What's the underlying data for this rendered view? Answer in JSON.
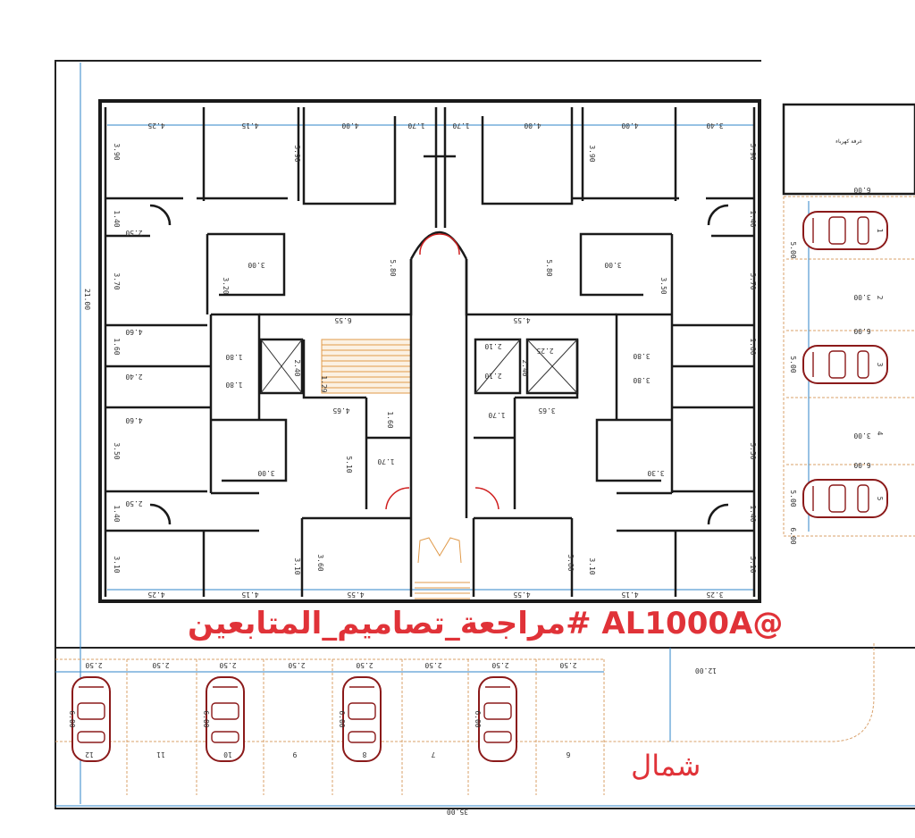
{
  "overlay": {
    "hashtag": "@AL1000A #مراجعة_تصاميم_المتابعين",
    "north_label": "شمال"
  },
  "dimensions": {
    "overall_width": "35.00",
    "overall_height": "21.00",
    "setback": "12.00",
    "top_row": [
      "4.25",
      "4.15",
      "4.00",
      "1.70",
      "1.70",
      "4.00",
      "4.00",
      "3.40"
    ],
    "bottom_row": [
      "4.25",
      "4.15",
      "4.55",
      "4.55",
      "4.15",
      "3.25"
    ],
    "left_col": [
      "3.90",
      "1.40",
      "3.70",
      "1.60",
      "3.50",
      "1.40",
      "3.10"
    ],
    "right_col": [
      "3.90",
      "1.40",
      "3.70",
      "1.60",
      "3.50",
      "1.40",
      "3.10"
    ],
    "misc": [
      "2.50",
      "2.40",
      "4.60",
      "4.60",
      "2.50",
      "6.55",
      "4.55",
      "4.65",
      "3.65",
      "5.80",
      "5.80",
      "5.10",
      "3.00",
      "3.00",
      "3.20",
      "3.50",
      "3.00",
      "3.30",
      "2.40",
      "2.40",
      "1.80",
      "1.80",
      "1.60",
      "2.25",
      "1.70",
      "1.70",
      "3.60",
      "3.60",
      "3.10",
      "3.10",
      "3.90",
      "3.90",
      "2.10",
      "3.80",
      "3.80",
      "1.29",
      "2.10"
    ],
    "parking_side": [
      "6.00",
      "3.00",
      "6.00",
      "3.00",
      "6.00",
      "5.00",
      "5.00",
      "5.00",
      "6.00"
    ],
    "parking_bottom": [
      "2.50",
      "2.50",
      "2.50",
      "2.50",
      "2.50",
      "2.50",
      "2.50",
      "2.50",
      "6.00",
      "6.00",
      "6.00",
      "6.00"
    ]
  },
  "parking_numbers_bottom": [
    "12",
    "11",
    "10",
    "9",
    "8",
    "7",
    "6"
  ],
  "parking_numbers_side": [
    "1",
    "2",
    "3",
    "4",
    "5"
  ],
  "colors": {
    "wall": "#1a1a1a",
    "dimension": "#2f86c9",
    "parking_grid": "#d9a06a",
    "car": "#8b1a1a",
    "accent_text": "#e03238",
    "stairs": "#e09a4a"
  }
}
